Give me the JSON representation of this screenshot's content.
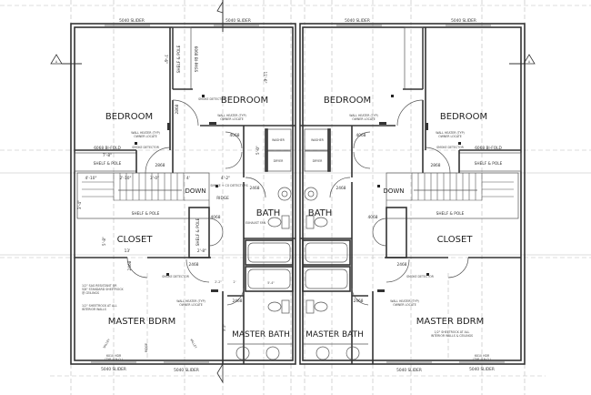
{
  "title": "Second Floor Plan - Duplex Units",
  "left": {
    "sliders_top": [
      "5040 SLIDER",
      "5040 SLIDER"
    ],
    "bedroom1": "BEDROOM",
    "bedroom2": "BEDROOM",
    "shelf_pole_v": "SHELF & POLE",
    "bipass": "6068 BI-PASS",
    "dim_7_6": "7'-6\"",
    "dim_11_6": "11'-6\"",
    "wall_heater": "WALL HEATER (TYP)",
    "owner_locate": "OWNER LOCATE",
    "smoke": "SMOKE DETECTOR",
    "bifold": "6068 BI-FOLD",
    "dim_7_8": "7'-8\"",
    "shelf_pole": "SHELF & POLE",
    "door_2868": "2868",
    "door_4068": "4068",
    "door_2468": "2468",
    "dim_5_0": "5'-0\"",
    "washer": "WASHER",
    "dryer": "DRYER",
    "stair_dims": [
      "4'-10\"",
      "2'-10\"",
      "3'-0\"",
      "4'",
      "4'-2\""
    ],
    "down": "DOWN",
    "smoke_co": "SMOKE + CO DETECTORS",
    "ridge": "RIDGE",
    "dim_3_4": "3'-4\"",
    "dim_5_8": "5'-8\"",
    "closet": "CLOSET",
    "dim_13": "13'",
    "dim_2_8": "2'-8\"",
    "bath": "BATH",
    "master_bdrm": "MASTER BDRM",
    "master_bath": "MASTER BATH",
    "note_ceiling": [
      "1/2\" SAG RESISTANT OR",
      "5/8\" STANDARD SHEETROCK",
      "@ CEILINGS"
    ],
    "note_walls": [
      "1/2\" SHEETROCK AT ALL",
      "INTERIOR WALLS"
    ],
    "valley": "VALLEY",
    "header": [
      "6X10 HDR",
      "(TYP. U.N.O.)"
    ],
    "sliders_bottom": [
      "5040 SLIDER",
      "5040 SLIDER"
    ],
    "dim_2_2": "2'-2\"",
    "dim_2": "2'",
    "dim_5_4": "5'-4\"",
    "dim_8_4": "8'-4\"",
    "exhaust": "EXHAUST FAN"
  },
  "right": {
    "sliders_top": [
      "5040 SLIDER",
      "5040 SLIDER"
    ],
    "bedroom1": "BEDROOM",
    "bedroom2": "BEDROOM",
    "closet": "CLOSET",
    "bath": "BATH",
    "master_bdrm": "MASTER BDRM",
    "master_bath": "MASTER BATH",
    "note_walls": [
      "1/2\" SHEETROCK AT ALL",
      "INTERIOR WALLS & CEILINGS"
    ],
    "washer": "WASHER",
    "dryer": "DRYER",
    "down": "DOWN",
    "bifold": "6068 BI-FOLD",
    "shelf_pole": "SHELF & POLE",
    "wall_heater": "WALL HEATER (TYP)",
    "owner_locate": "OWNER LOCATE",
    "smoke": "SMOKE DETECTOR",
    "header": [
      "6X10 HDR",
      "(TYP. U.N.O.)"
    ],
    "sliders_bottom": [
      "5040 SLIDER",
      "5040 SLIDER"
    ],
    "door_4068": "4068",
    "door_2468": "2468",
    "door_2868": "2868"
  },
  "section_marker": "A"
}
